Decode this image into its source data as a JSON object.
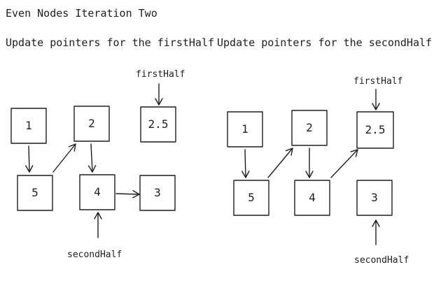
{
  "title": "Even Nodes Iteration Two",
  "panels": [
    {
      "heading": "Update pointers for the firstHalf",
      "nodes": [
        {
          "id": "n1",
          "label": "1"
        },
        {
          "id": "n2",
          "label": "2"
        },
        {
          "id": "n25",
          "label": "2.5"
        },
        {
          "id": "n5",
          "label": "5"
        },
        {
          "id": "n4",
          "label": "4"
        },
        {
          "id": "n3",
          "label": "3"
        }
      ],
      "edges": [
        {
          "from": "n1",
          "to": "n5"
        },
        {
          "from": "n5",
          "to": "n2"
        },
        {
          "from": "n2",
          "to": "n4"
        },
        {
          "from": "n4",
          "to": "n3"
        }
      ],
      "pointers": [
        {
          "label": "firstHalf",
          "target": "n25"
        },
        {
          "label": "secondHalf",
          "target": "n4"
        }
      ]
    },
    {
      "heading": "Update pointers for the secondHalf",
      "nodes": [
        {
          "id": "n1",
          "label": "1"
        },
        {
          "id": "n2",
          "label": "2"
        },
        {
          "id": "n25",
          "label": "2.5"
        },
        {
          "id": "n5",
          "label": "5"
        },
        {
          "id": "n4",
          "label": "4"
        },
        {
          "id": "n3",
          "label": "3"
        }
      ],
      "edges": [
        {
          "from": "n1",
          "to": "n5"
        },
        {
          "from": "n5",
          "to": "n2"
        },
        {
          "from": "n2",
          "to": "n4"
        },
        {
          "from": "n4",
          "to": "n25"
        }
      ],
      "pointers": [
        {
          "label": "firstHalf",
          "target": "n25"
        },
        {
          "label": "secondHalf",
          "target": "n3"
        }
      ]
    }
  ]
}
